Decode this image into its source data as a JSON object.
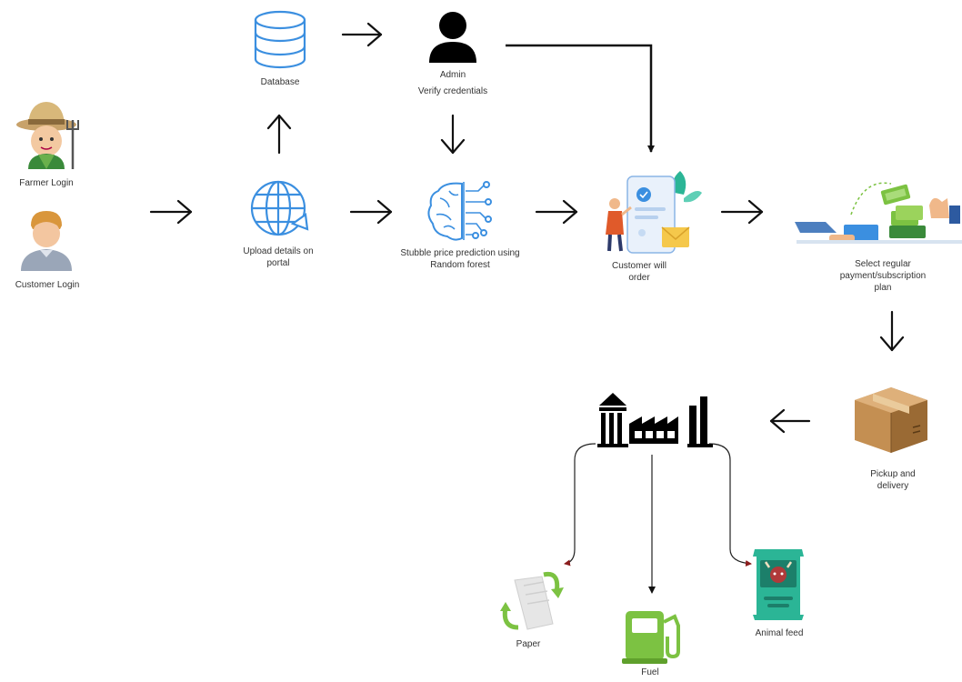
{
  "nodes": {
    "database": {
      "label": "Database"
    },
    "admin": {
      "title": "Admin",
      "subtitle": "Verify credentials"
    },
    "farmer": {
      "label": "Farmer Login"
    },
    "customer_login": {
      "label": "Customer Login"
    },
    "upload": {
      "label": "Upload details on portal"
    },
    "prediction": {
      "label": "Stubble price prediction using Random forest"
    },
    "order": {
      "label": "Customer will order"
    },
    "payment": {
      "label": "Select regular payment/subscription plan"
    },
    "pickup": {
      "label": "Pickup and delivery"
    },
    "paper": {
      "label": "Paper"
    },
    "fuel": {
      "label": "Fuel"
    },
    "animal_feed": {
      "label": "Animal feed"
    }
  },
  "icons": {
    "database": "database-icon",
    "admin": "admin-user-icon",
    "farmer": "farmer-icon",
    "customer": "customer-icon",
    "upload": "globe-icon",
    "prediction": "ai-brain-icon",
    "order": "mobile-order-icon",
    "payment": "payment-icon",
    "pickup": "cardboard-box-icon",
    "factory": "factory-icon",
    "paper": "paper-recycle-icon",
    "fuel": "fuel-pump-icon",
    "animal_feed": "animal-feed-bag-icon"
  },
  "colors": {
    "blue": "#3b8fe0",
    "green": "#7cc242",
    "teal": "#2bb596",
    "arrow": "#111111",
    "box": "#b5814a"
  }
}
